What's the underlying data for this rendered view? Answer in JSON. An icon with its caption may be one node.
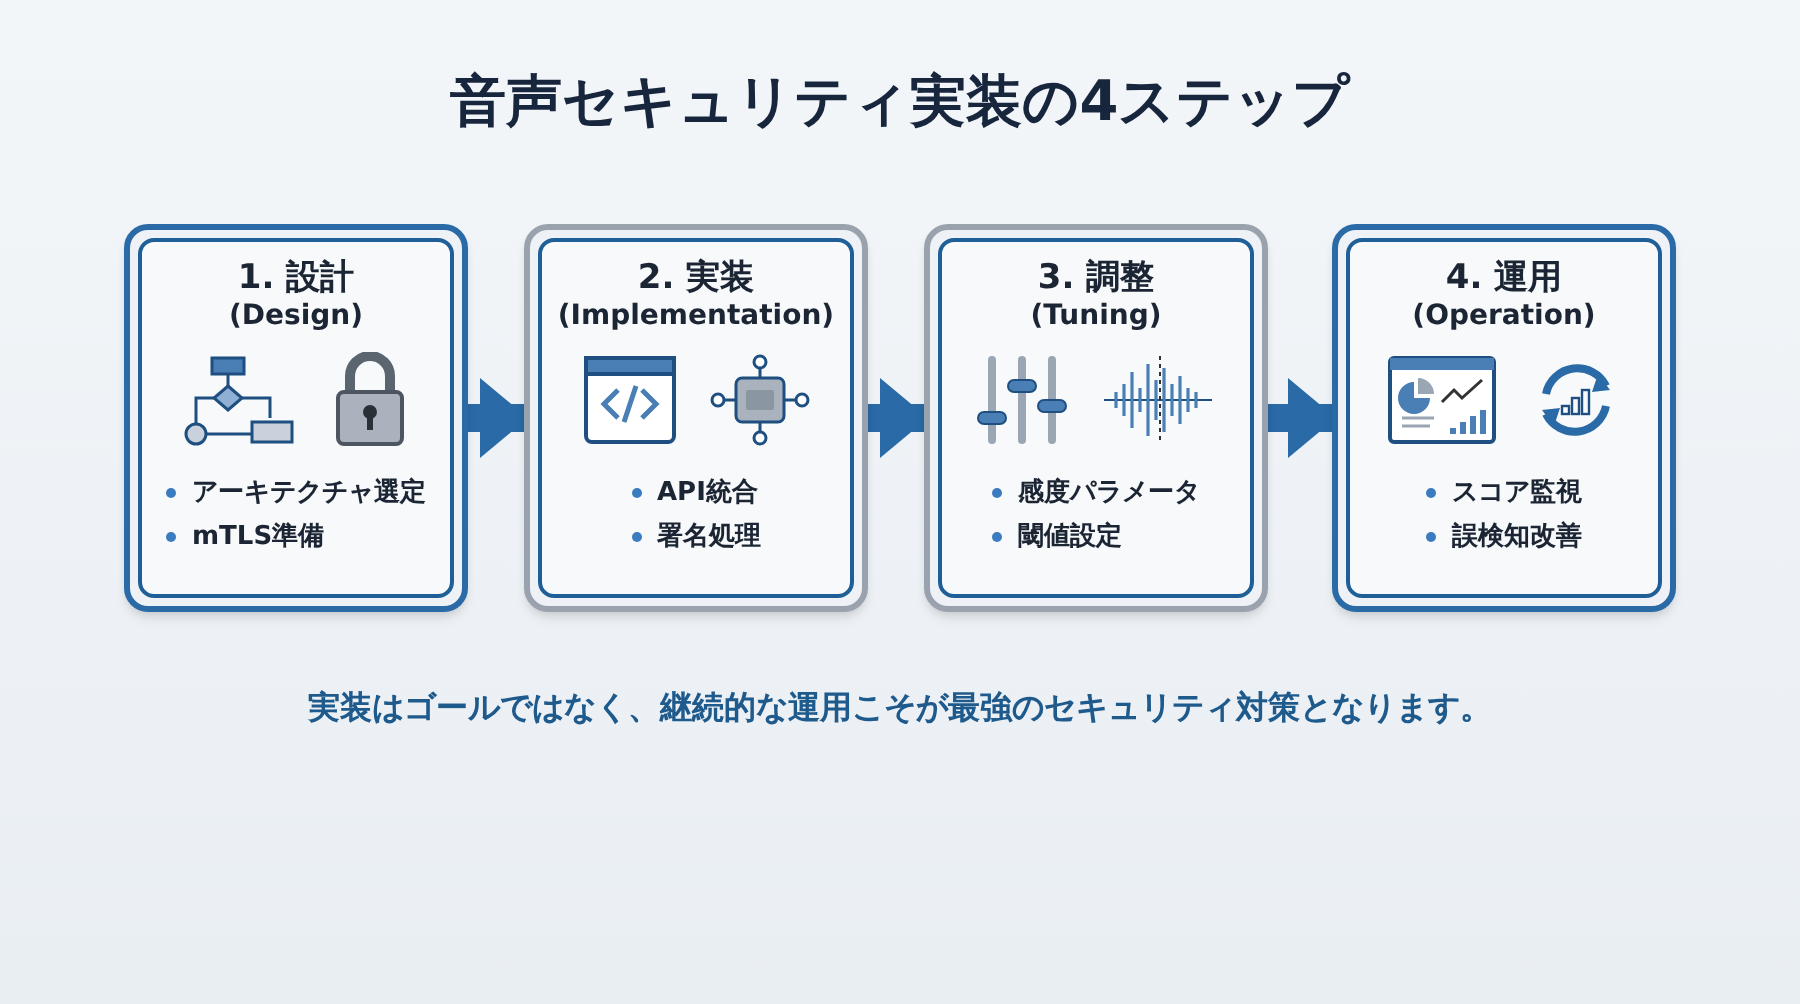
{
  "diagram": {
    "title": "音声セキュリティ実装の4ステップ",
    "nodes": [
      {
        "text": [
          "1. 設計",
          "(Design)",
          "アーキテクチャ選定",
          "mTLS準備"
        ]
      },
      {
        "text": [
          "2. 実装",
          "(Implementation)",
          "API統合",
          "署名処理"
        ]
      },
      {
        "text": [
          "3. 調整",
          "(Tuning)",
          "感度パラメータ",
          "閾値設定"
        ]
      },
      {
        "text": [
          "4. 運用",
          "(Operation)",
          "スコア監視",
          "誤検知改善"
        ]
      }
    ],
    "edges": [
      {
        "from": 0,
        "to": 1,
        "arrow": "to"
      },
      {
        "from": 1,
        "to": 2,
        "arrow": "to"
      },
      {
        "from": 2,
        "to": 3,
        "arrow": "to"
      }
    ],
    "caption": "実装はゴールではなく、継続的な運用こそが最強のセキュリティ対策となります。"
  }
}
